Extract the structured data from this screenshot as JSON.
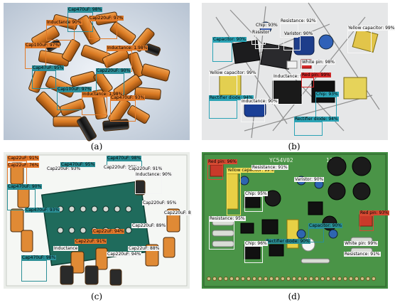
{
  "figure": {
    "captions": [
      "(a)",
      "(b)",
      "(c)",
      "(d)"
    ]
  },
  "panel_a": {
    "labels": [
      "Inductance 90%",
      "Cap470uF: 98%",
      "Cap220uF: 97%",
      "Cap100uF: 97%",
      "Inductance: 1.98%",
      "Cap47uF: 95%",
      "Cap220uF: 90%",
      "Cap100uF: 97%",
      "Inductance: 1.98%",
      "Cap470uF: 93%"
    ]
  },
  "panel_b": {
    "labels": [
      "Resistor",
      "Capacitor: 90%",
      "Chip: 93%",
      "Resistance: 92%",
      "Varistor: 90%",
      "Yellow capacitor: 99%",
      "Inductance: 99%",
      "White pin: 98%",
      "Yellow capacitor: 99%",
      "Red pin: 99%",
      "Rectifier diode: 94%",
      "Chip: 93%",
      "Inductance: 90%",
      "Rectifier diode: 94%"
    ]
  },
  "panel_c": {
    "labels": [
      "Cap22uF: 91%",
      "Cap22uF: 76%",
      "Cap220uF: 93%",
      "Cap470uF: 98%",
      "Cap470uF: 95%",
      "Cap220uF: 90%",
      "Cap220uF: 91%",
      "Inductance: 90%",
      "Cap470uF: 90%",
      "Cap470uF: 93%",
      "Cap220uF: 95%",
      "Cap220uF: 8",
      "Cap22uF: 94%",
      "Cap220uF: 89%",
      "Cap22uF: 91%",
      "Cap22uF: 88%",
      "Inductance",
      "Cap470uF: 98%",
      "Cap220uF: 94%"
    ]
  },
  "panel_d": {
    "board_text": "YC54V02",
    "board_text_2": "11000",
    "labels": [
      "Red pin: 96%",
      "Yellow capacitor: 99%",
      "Resistance: 91%",
      "Chip: 95%",
      "Varistor: 90%",
      "Resistance: 95%",
      "Capacitor: 90%",
      "Rectifier diode: 90%",
      "Chip: 96%",
      "Red pin: 93%",
      "White pin: 99%",
      "Resistance: 91%"
    ]
  }
}
